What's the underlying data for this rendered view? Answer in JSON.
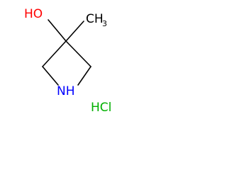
{
  "molecule": {
    "atoms": {
      "hydroxyl": "HO",
      "methyl_main": "CH",
      "methyl_sub": "3",
      "amine": "NH",
      "salt": "HCl"
    },
    "colors": {
      "bond": "#000000",
      "oxygen": "#ff0000",
      "nitrogen": "#0000ff",
      "chlorine": "#00b000",
      "carbon": "#000000"
    }
  }
}
